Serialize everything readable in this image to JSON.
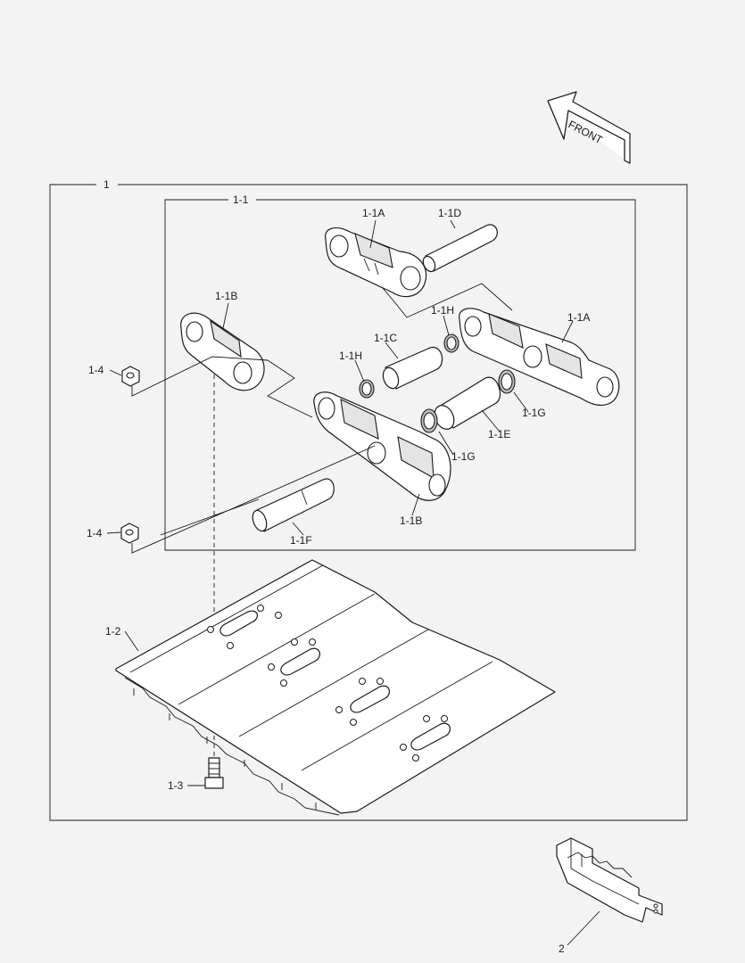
{
  "front_label": "FRONT",
  "labels": {
    "assembly": "1",
    "subassembly": "1-1",
    "link_a_top": "1-1A",
    "pin_d": "1-1D",
    "link_b_left": "1-1B",
    "seal_h_right": "1-1H",
    "link_a_right": "1-1A",
    "bushing_c": "1-1C",
    "seal_h_left": "1-1H",
    "nut_upper": "1-4",
    "seal_g_right": "1-1G",
    "bushing_e": "1-1E",
    "seal_g_lower": "1-1G",
    "link_b_lower": "1-1B",
    "pin_f": "1-1F",
    "nut_lower": "1-4",
    "shoe": "1-2",
    "bolt": "1-3",
    "guard": "2"
  }
}
